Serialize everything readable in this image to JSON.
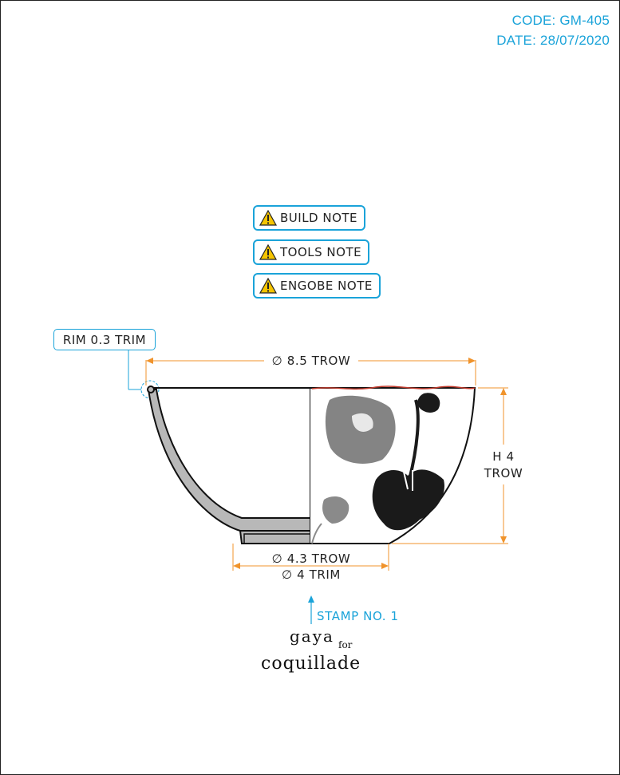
{
  "header": {
    "code": "CODE: GM-405",
    "date": "DATE: 28/07/2020"
  },
  "notes": [
    {
      "label": "BUILD NOTE",
      "icon": "warning-icon"
    },
    {
      "label": "TOOLS NOTE",
      "icon": "warning-icon"
    },
    {
      "label": "ENGOBE NOTE",
      "icon": "warning-icon"
    }
  ],
  "callouts": {
    "rim": "RIM 0.3 TRIM",
    "stamp": "STAMP NO. 1"
  },
  "dimensions": {
    "top_diameter": "∅ 8.5 TROW",
    "height_line1": "H 4",
    "height_line2": "TROW",
    "base_line1": "∅ 4.3 TROW",
    "base_line2": "∅ 4 TRIM"
  },
  "brand": {
    "line1": "gaya",
    "small": "for",
    "line2": "coquillade"
  },
  "colors": {
    "accent": "#1aa3d9",
    "dimension": "#f0932b",
    "section_fill": "#b8b8b8",
    "rim_line": "#c0392b"
  }
}
